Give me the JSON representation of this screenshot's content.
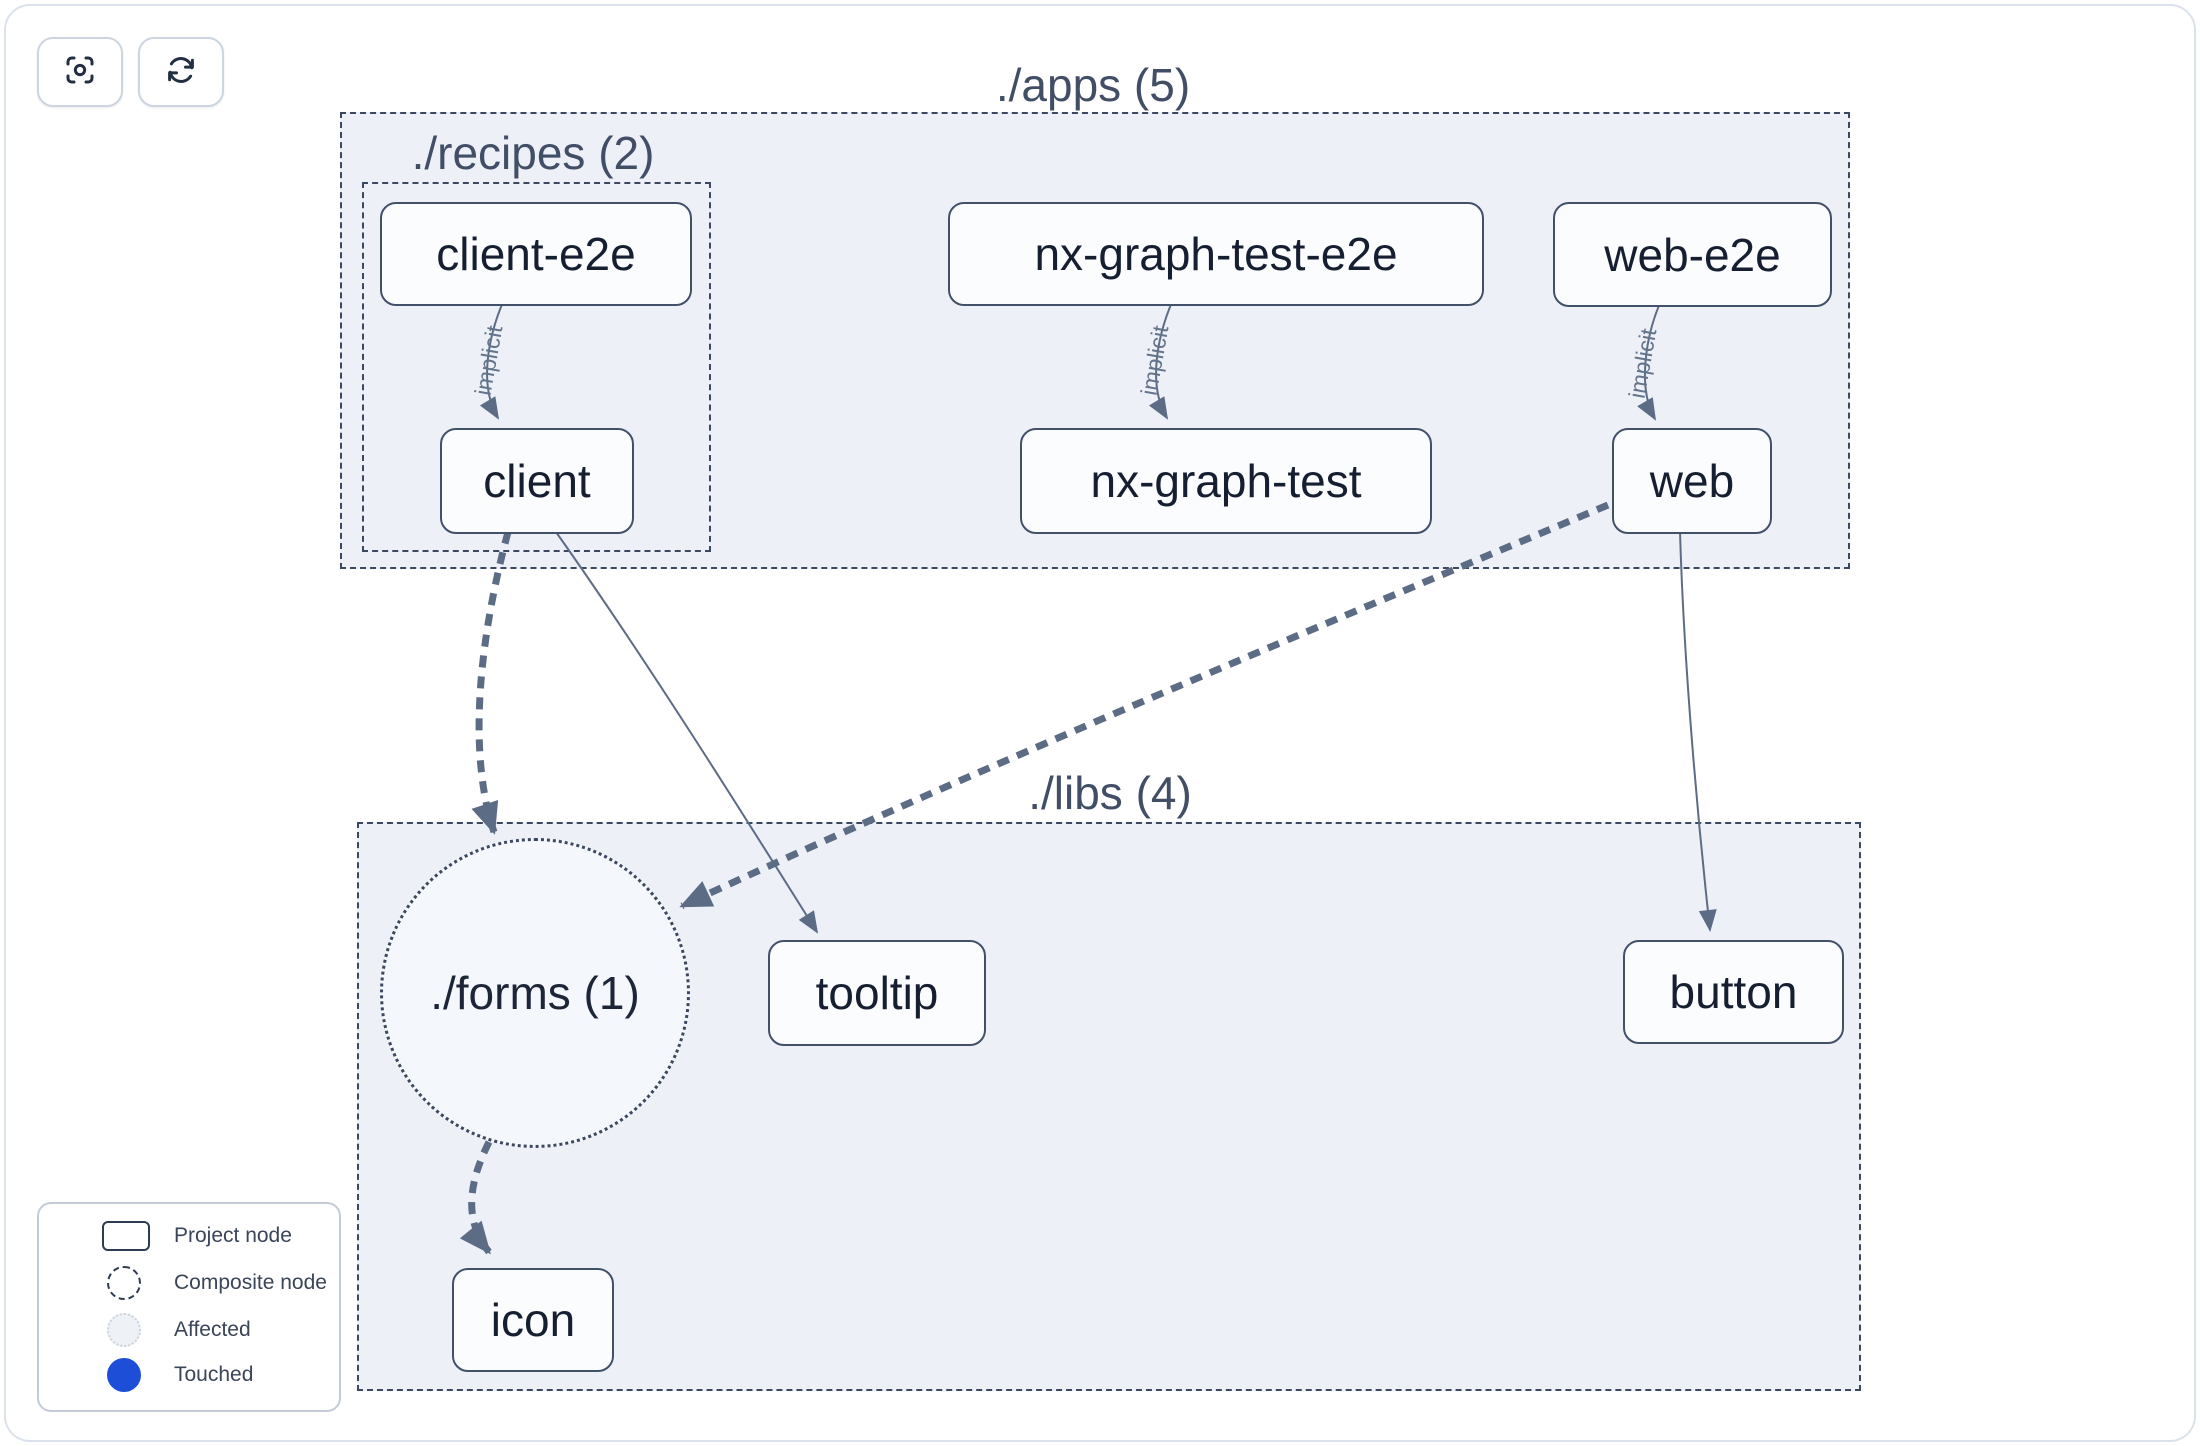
{
  "toolbar": {
    "zoom_to_fit_icon": "focus-frame-icon",
    "refresh_icon": "refresh-arrows-icon"
  },
  "clusters": {
    "apps": {
      "label": "./apps (5)"
    },
    "recipes": {
      "label": "./recipes (2)"
    },
    "libs": {
      "label": "./libs (4)"
    },
    "forms": {
      "label": "./forms (1)"
    }
  },
  "nodes": {
    "client_e2e": {
      "label": "client-e2e"
    },
    "nx_graph_test_e2e": {
      "label": "nx-graph-test-e2e"
    },
    "web_e2e": {
      "label": "web-e2e"
    },
    "client": {
      "label": "client"
    },
    "nx_graph_test": {
      "label": "nx-graph-test"
    },
    "web": {
      "label": "web"
    },
    "tooltip": {
      "label": "tooltip"
    },
    "button": {
      "label": "button"
    },
    "icon": {
      "label": "icon"
    }
  },
  "edges": {
    "list": [
      {
        "from": "client-e2e",
        "to": "client",
        "label": "implicit",
        "style": "solid-thin"
      },
      {
        "from": "nx-graph-test-e2e",
        "to": "nx-graph-test",
        "label": "implicit",
        "style": "solid-thin"
      },
      {
        "from": "web-e2e",
        "to": "web",
        "label": "implicit",
        "style": "solid-thin"
      },
      {
        "from": "client",
        "to": "./forms (1)",
        "label": "",
        "style": "dashed-thick"
      },
      {
        "from": "client",
        "to": "tooltip",
        "label": "",
        "style": "solid-thin"
      },
      {
        "from": "web",
        "to": "./forms (1)",
        "label": "",
        "style": "dashed-thick"
      },
      {
        "from": "web",
        "to": "button",
        "label": "",
        "style": "solid-thin"
      },
      {
        "from": "./forms (1)",
        "to": "icon",
        "label": "",
        "style": "dashed-thick"
      }
    ]
  },
  "legend": {
    "items": [
      {
        "label": "Project node",
        "swatch": "project-rect-outline"
      },
      {
        "label": "Composite node",
        "swatch": "dashed-circle-outline"
      },
      {
        "label": "Affected",
        "swatch": "light-dotted-circle"
      },
      {
        "label": "Touched",
        "swatch": "solid-blue-circle",
        "color": "#1d4ed8"
      }
    ]
  },
  "colors": {
    "cluster_fill": "#edf1f7",
    "cluster_border": "#3c4860",
    "node_border": "#42506a",
    "edge": "#5d6c85",
    "touched_blue": "#1d4ed8"
  }
}
